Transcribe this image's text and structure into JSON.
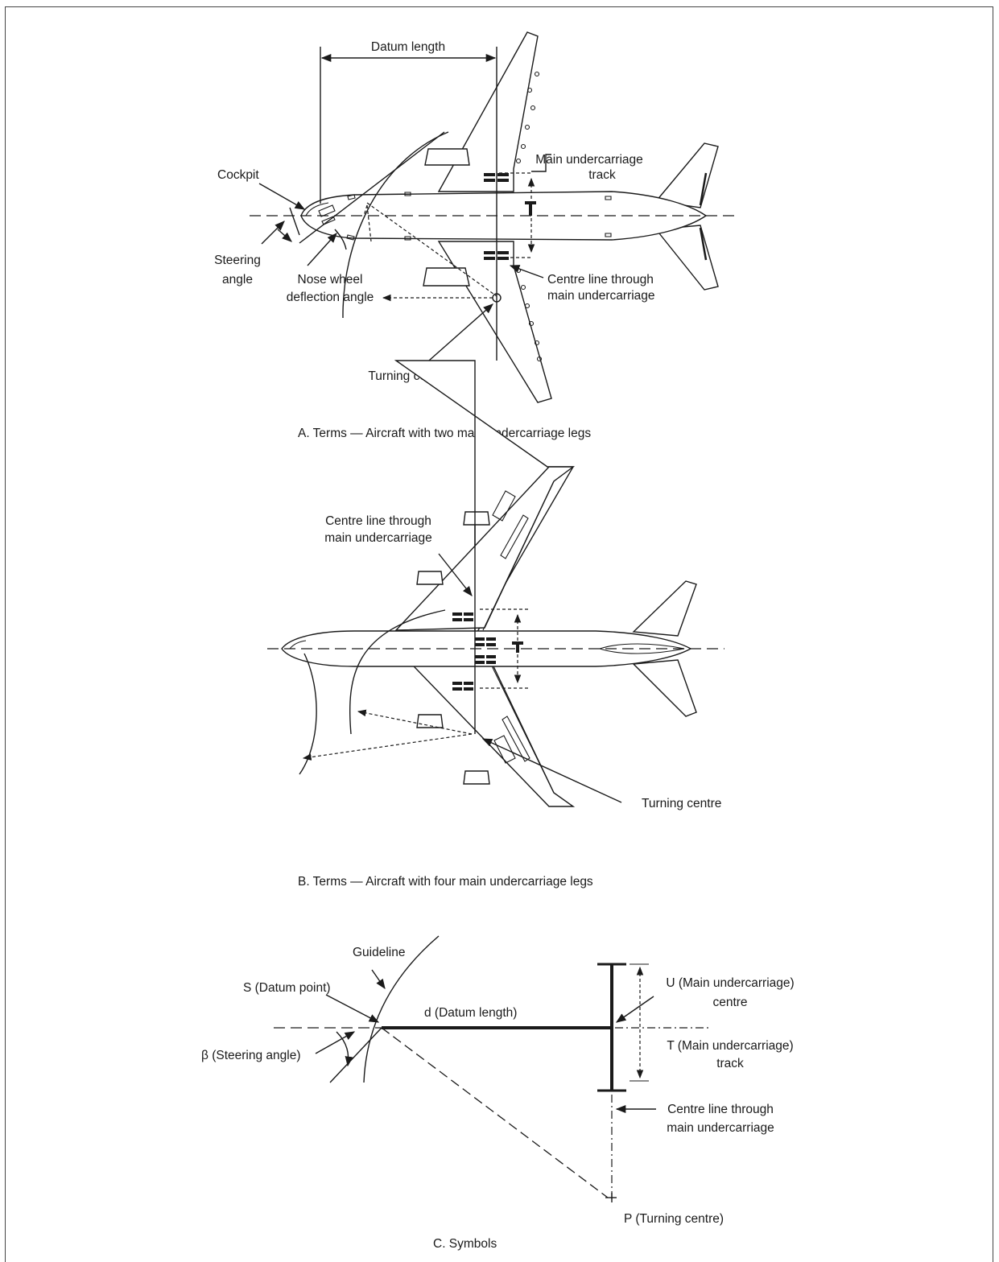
{
  "panel_a": {
    "caption": "A.  Terms — Aircraft with two main undercarriage legs",
    "labels": {
      "datum_length": "Datum length",
      "main_track_1": "Main undercarriage",
      "main_track_2": "track",
      "cockpit": "Cockpit",
      "steering_1": "Steering",
      "steering_2": "angle",
      "nose_1": "Nose wheel",
      "nose_2": "deflection angle",
      "centre_1": "Centre line through",
      "centre_2": "main undercarriage",
      "turning": "Turning centre"
    }
  },
  "panel_b": {
    "caption": "B.  Terms — Aircraft with four main undercarriage legs",
    "labels": {
      "centre_1": "Centre line through",
      "centre_2": "main undercarriage",
      "turning": "Turning centre"
    }
  },
  "panel_c": {
    "caption": "C.  Symbols",
    "labels": {
      "guideline": "Guideline",
      "datum_point": "S (Datum point)",
      "datum_length": "d (Datum length)",
      "steering": "β (Steering angle)",
      "u_1": "U (Main undercarriage)",
      "u_2": "centre",
      "t_1": "T (Main undercarriage)",
      "t_2": "track",
      "centre_1": "Centre line through",
      "centre_2": "main undercarriage",
      "turning": "P (Turning centre)"
    }
  }
}
